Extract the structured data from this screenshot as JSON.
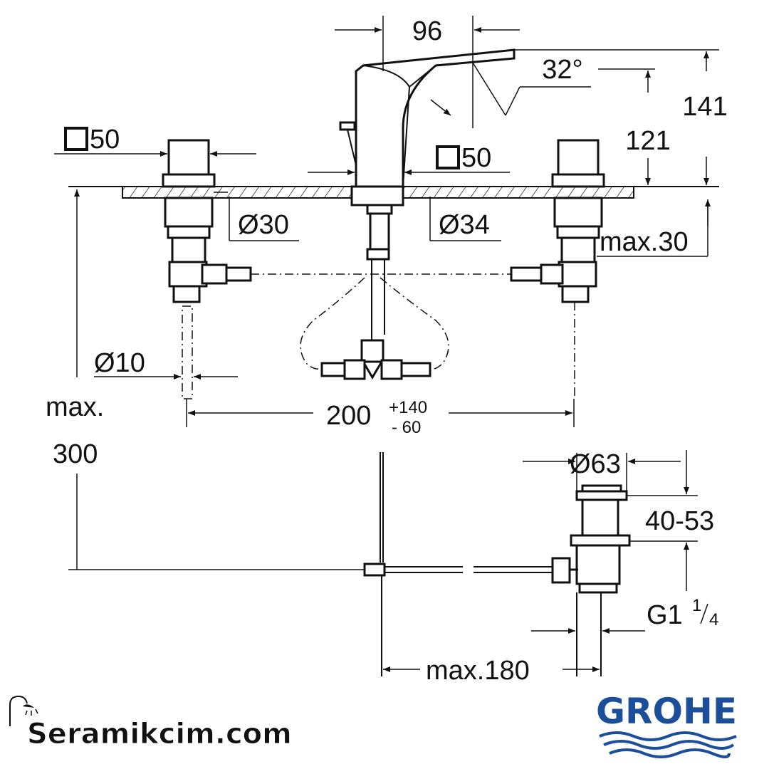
{
  "dimensions": {
    "spout_reach": "96",
    "spout_angle": "32°",
    "height_total": "141",
    "height_spout": "121",
    "handle_square_left": "50",
    "handle_square_center": "50",
    "hole_d30": "Ø30",
    "hole_d34": "Ø34",
    "max_thickness": "max.30",
    "pipe_d10": "Ø10",
    "max_label": "max.",
    "max_value": "300",
    "spacing_base": "200",
    "spacing_plus": "+140",
    "spacing_minus": "- 60",
    "waste_d63": "Ø63",
    "waste_height": "40-53",
    "thread_main": "G1",
    "thread_num": "1",
    "thread_den": "4",
    "max_180": "max.180"
  },
  "watermark": {
    "text": "Seramikcim.com"
  },
  "brand": {
    "name": "GROHE",
    "color": "#1b4f9c"
  }
}
